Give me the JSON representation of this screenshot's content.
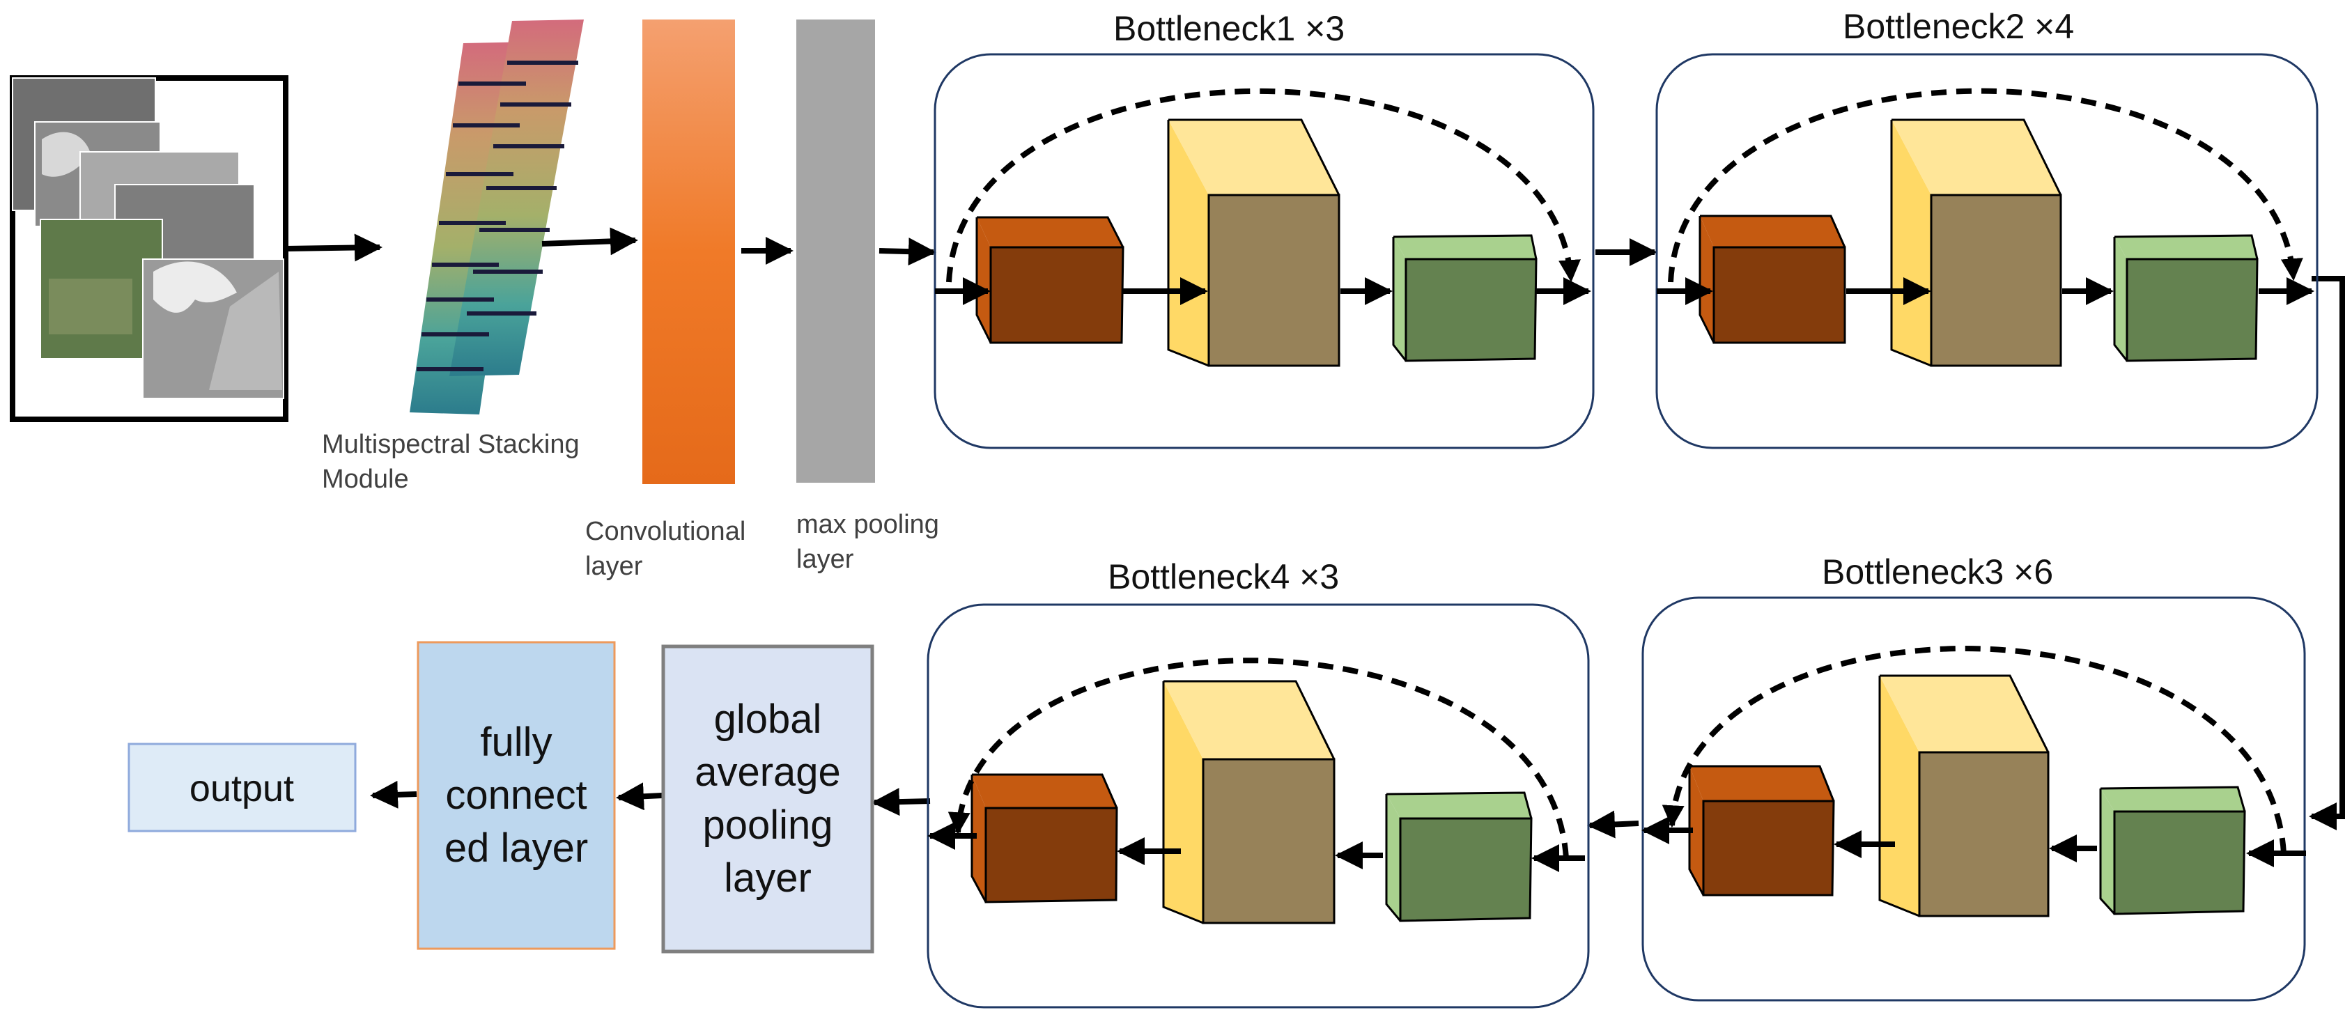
{
  "labels": {
    "stacking_line1": "Multispectral Stacking",
    "stacking_line2": "Module",
    "conv_line1": "Convolutional",
    "conv_line2": "layer",
    "pool_line1": "max pooling",
    "pool_line2": "layer"
  },
  "bottlenecks": {
    "b1": "Bottleneck1 ×3",
    "b2": "Bottleneck2 ×4",
    "b3": "Bottleneck3 ×6",
    "b4": "Bottleneck4 ×3"
  },
  "gap": {
    "line1": "global",
    "line2": "average",
    "line3": "pooling",
    "line4": "layer"
  },
  "fc": {
    "line1": "fully",
    "line2": "connect",
    "line3": "ed layer"
  },
  "output": {
    "label": "output"
  },
  "colors": {
    "conv": "#F07A28",
    "pool": "#A6A6A6",
    "cube_brown": "#843C0C",
    "cube_tan": "#978259",
    "cube_tan_top": "#FFE699",
    "cube_green": "#648250",
    "cube_green_top": "#A9D18E",
    "gap_fill": "#DAE3F3",
    "fc_fill": "#BDD7EE",
    "output_fill": "#DEEBF7",
    "frame": "#1F3864"
  }
}
